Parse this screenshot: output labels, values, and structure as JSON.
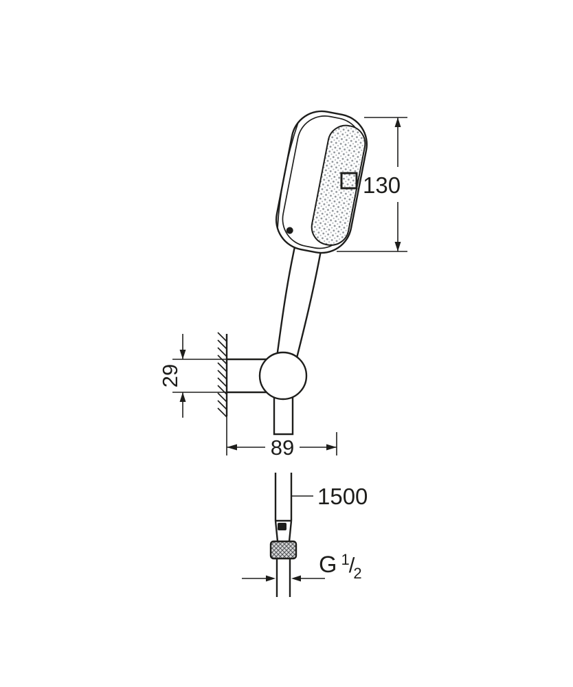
{
  "page": {
    "background": "#ffffff"
  },
  "drawing": {
    "line_color": "#1d1d1b",
    "labels": {
      "head_square": "130",
      "head_square_symbol": "□",
      "holder_height": "29",
      "wall_offset": "89",
      "hose_length": "1500",
      "thread": {
        "prefix": "G",
        "numerator": "1",
        "slash": "/",
        "denominator": "2"
      }
    }
  }
}
